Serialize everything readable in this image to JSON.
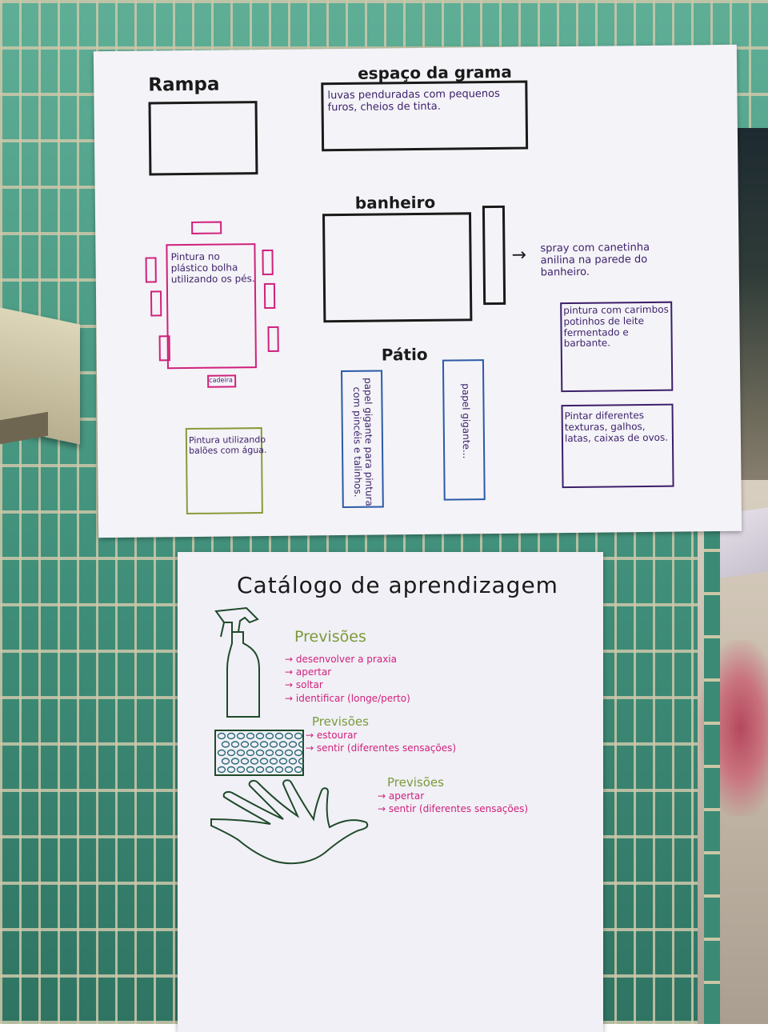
{
  "map": {
    "rampa": "Rampa",
    "espaco_grama": "espaço da grama",
    "luvas": "luvas penduradas com pequenos furos, cheios de tinta.",
    "banheiro": "banheiro",
    "spray": "spray com canetinha anilina na parede do banheiro.",
    "pintura_plastico": "Pintura no plástico bolha utilizando os pés.",
    "cadeira": "cadeira",
    "patio": "Pátio",
    "carimbos": "pintura com carimbos potinhos de leite fermentado e barbante.",
    "texturas": "Pintar diferentes texturas, galhos, latas, caixas de ovos.",
    "baloes": "Pintura utilizando balões com água.",
    "papel1": "papel gigante para pintura com pincéis e talinhos.",
    "papel2": "papel gigante..."
  },
  "catalogo": {
    "title": "Catálogo de aprendizagem",
    "spray": {
      "heading": "Previsões",
      "items": [
        "→ desenvolver a praxia",
        "→ apertar",
        "→ soltar",
        "→ identificar (longe/perto)"
      ]
    },
    "bolha": {
      "heading": "Previsões",
      "items": [
        "→ estourar",
        "→ sentir (diferentes sensações)"
      ]
    },
    "luva": {
      "heading": "Previsões",
      "items": [
        "→ apertar",
        "→ sentir (diferentes sensações)"
      ]
    }
  },
  "colors": {
    "black_ink": "#1a1a1a",
    "purple_ink": "#3b1f6b",
    "pink_ink": "#d0207c",
    "green_ink": "#7a9a3a",
    "dark_green_ink": "#1f4a2a",
    "blue_ink": "#2a5aa8",
    "olive_ink": "#8a9a3a"
  }
}
